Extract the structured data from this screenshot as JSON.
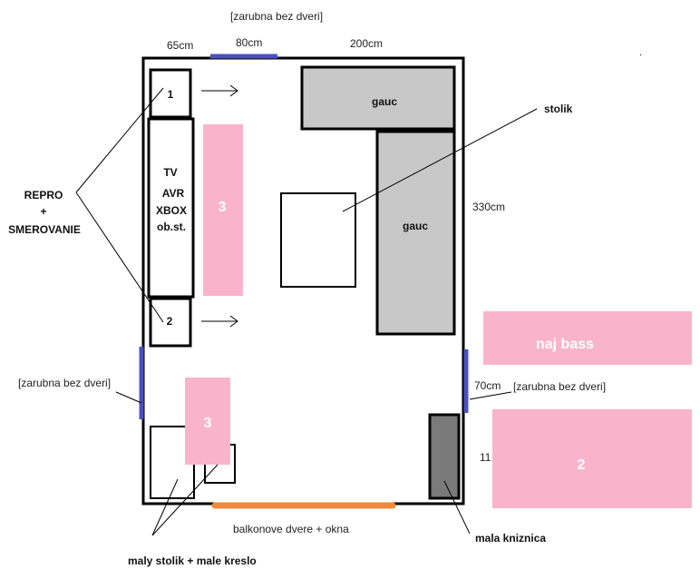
{
  "labels": {
    "door_top": "[zarubna bez dveri]",
    "dim_65": "65cm",
    "dim_80": "80cm",
    "dim_200": "200cm",
    "dim_330": "330cm",
    "dim_70": "70cm",
    "dim_11": "11",
    "door_left": "[zarubna bez dveri]",
    "door_right": "[zarubna bez dveri]",
    "balcony": "balkonove dvere + okna",
    "repro_line1": "REPRO",
    "repro_line2": "+",
    "repro_line3": "SMEROVANIE",
    "speaker_1": "1",
    "speaker_2": "2",
    "tv_line1": "TV",
    "tv_line2": "AVR",
    "tv_line3": "XBOX",
    "tv_line4": "ob.st.",
    "pink_3_top": "3",
    "pink_3_bottom": "3",
    "gauc_top": "gauc",
    "gauc_right": "gauc",
    "stolik": "stolik",
    "naj_bass": "naj bass",
    "pink_2": "2",
    "mala_kniznica": "mala kniznica",
    "maly_stolik": "maly stolik + male kreslo"
  },
  "colors": {
    "wall": "#000000",
    "pink": "#f9b4cc",
    "sofa": "#c8c8c8",
    "bookshelf": "#7a7a7a",
    "door_blue": "#4a50c0",
    "balcony_orange": "#f08a3a"
  }
}
